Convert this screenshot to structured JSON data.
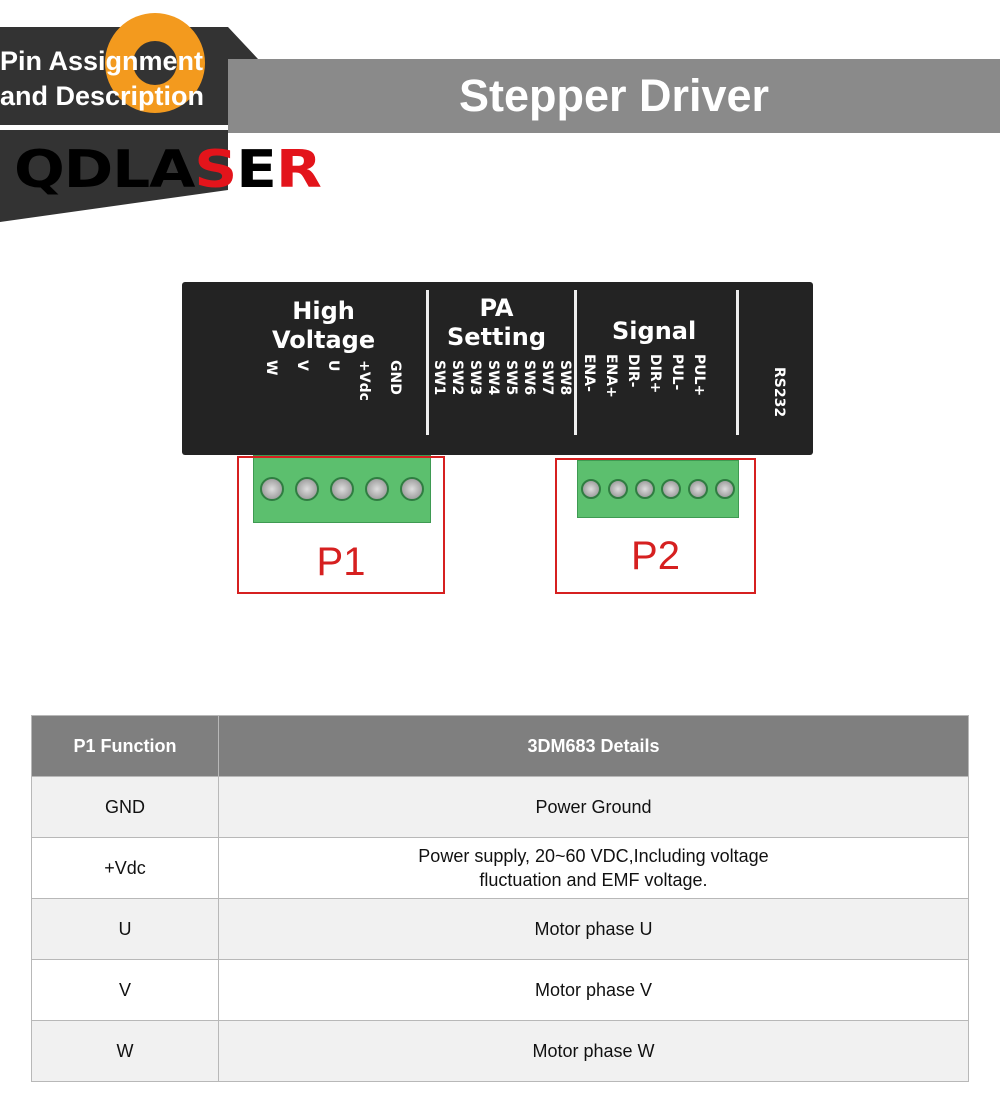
{
  "header": {
    "badge_line1": "Pin Assignment",
    "badge_line2": "and Description",
    "title": "Stepper Driver",
    "brand_logo": "QDLASER"
  },
  "driver": {
    "groups": {
      "high_voltage": "High\nVoltage",
      "pa_setting": "PA\nSetting",
      "signal": "Signal"
    },
    "hv_pins": [
      "W",
      "V",
      "U",
      "+Vdc",
      "GND"
    ],
    "sw_pins": [
      "SW1",
      "SW2",
      "SW3",
      "SW4",
      "SW5",
      "SW6",
      "SW7",
      "SW8"
    ],
    "signal_pins": [
      "ENA-",
      "ENA+",
      "DIR-",
      "DIR+",
      "PUL-",
      "PUL+"
    ],
    "rs232": "RS232"
  },
  "connectors": {
    "p1": "P1",
    "p2": "P2"
  },
  "table": {
    "headers": [
      "P1 Function",
      "3DM683 Details"
    ],
    "rows": [
      {
        "pin": "GND",
        "detail": "Power Ground"
      },
      {
        "pin": "+Vdc",
        "detail": "Power supply, 20~60 VDC,Including voltage fluctuation and EMF voltage."
      },
      {
        "pin": "U",
        "detail": "Motor phase U"
      },
      {
        "pin": "V",
        "detail": "Motor phase V"
      },
      {
        "pin": "W",
        "detail": "Motor phase W"
      }
    ]
  },
  "colors": {
    "accent_red": "#e3141b",
    "header_gray": "#8a8a8a"
  }
}
